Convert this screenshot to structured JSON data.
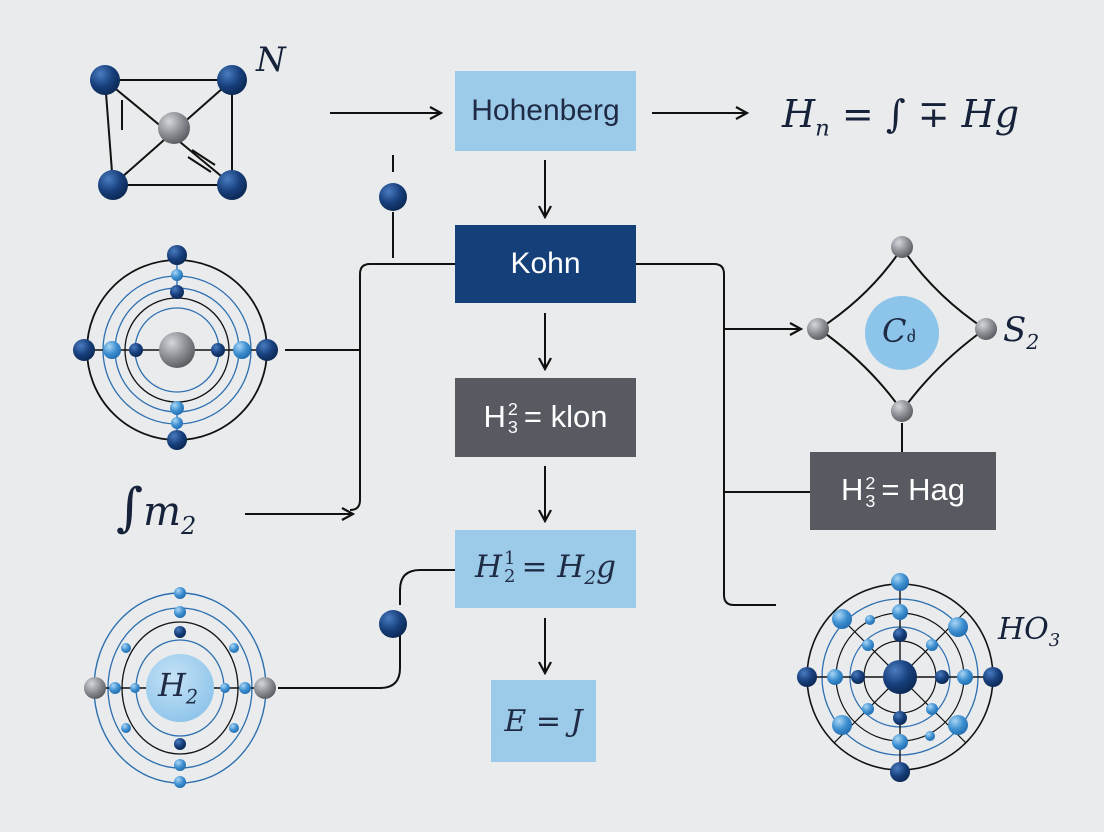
{
  "boxes": {
    "hohenberg": "Hohenberg",
    "kohn": "Kohn",
    "h3_klon": {
      "base": "H",
      "sup": "2",
      "sub": "3",
      "rest": "= klon"
    },
    "h2_h2g": {
      "base": "H",
      "sup": "1",
      "sub": "2",
      "rest": "= H",
      "rest_sub": "2",
      "rest_tail": "g"
    },
    "e_j": "E = J",
    "h3_hag": {
      "base": "H",
      "sup": "2",
      "sub": "3",
      "rest": "= Hag"
    }
  },
  "labels": {
    "n_label": "N",
    "hn_equation": {
      "h": "H",
      "n": "n",
      "rest": "= ∫ ∓ Hg"
    },
    "integral_m2": {
      "sym": "∫",
      "m": "m",
      "sub": "2"
    },
    "c_label": "C",
    "c_suffix": "ძ",
    "s2_label": {
      "s": "S",
      "sub": "2"
    },
    "h2_label": {
      "h": "H",
      "sub": "2"
    },
    "ho3_label": {
      "ho": "HO",
      "sub": "3"
    }
  },
  "colors": {
    "background": "#e9ebec",
    "dark_blue": "#143f78",
    "light_blue": "#9ccbe9",
    "mid_blue": "#3d8fd0",
    "gray_box": "#575b61",
    "gray_atom": "#8a8d92"
  }
}
